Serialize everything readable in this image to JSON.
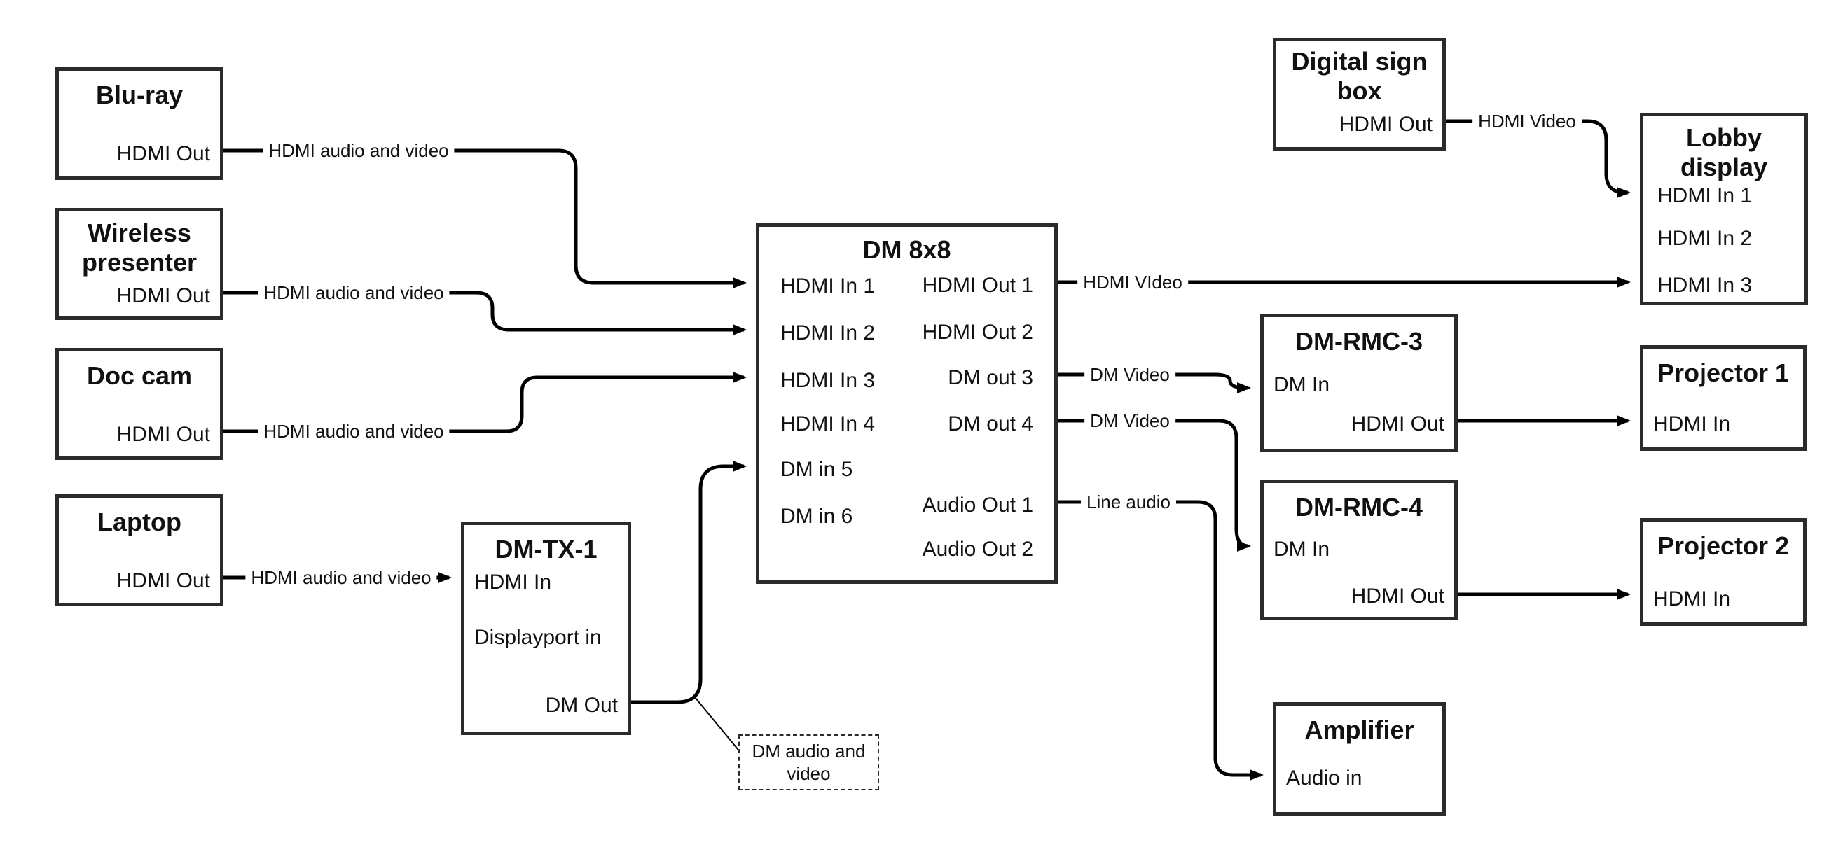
{
  "nodes": {
    "bluray": {
      "title": "Blu-ray",
      "port_hdmi_out": "HDMI Out"
    },
    "wireless": {
      "title": "Wireless presenter",
      "port_hdmi_out": "HDMI Out"
    },
    "doccam": {
      "title": "Doc cam",
      "port_hdmi_out": "HDMI Out"
    },
    "laptop": {
      "title": "Laptop",
      "port_hdmi_out": "HDMI Out"
    },
    "dmtx1": {
      "title": "DM-TX-1",
      "port_hdmi_in": "HDMI In",
      "port_displayport_in": "Displayport in",
      "port_dm_out": "DM Out"
    },
    "dm8x8": {
      "title": "DM 8x8",
      "port_hdmi_in_1": "HDMI In 1",
      "port_hdmi_in_2": "HDMI In 2",
      "port_hdmi_in_3": "HDMI In 3",
      "port_hdmi_in_4": "HDMI In 4",
      "port_dm_in_5": "DM in 5",
      "port_dm_in_6": "DM in 6",
      "port_hdmi_out_1": "HDMI Out 1",
      "port_hdmi_out_2": "HDMI Out 2",
      "port_dm_out_3": "DM out 3",
      "port_dm_out_4": "DM out 4",
      "port_audio_out_1": "Audio Out 1",
      "port_audio_out_2": "Audio Out 2"
    },
    "digital_sign": {
      "title": "Digital sign box",
      "port_hdmi_out": "HDMI Out"
    },
    "lobby": {
      "title": "Lobby display",
      "port_hdmi_in_1": "HDMI In 1",
      "port_hdmi_in_2": "HDMI In 2",
      "port_hdmi_in_3": "HDMI In 3"
    },
    "dmrmc3": {
      "title": "DM-RMC-3",
      "port_dm_in": "DM In",
      "port_hdmi_out": "HDMI Out"
    },
    "proj1": {
      "title": "Projector 1",
      "port_hdmi_in": "HDMI In"
    },
    "dmrmc4": {
      "title": "DM-RMC-4",
      "port_dm_in": "DM In",
      "port_hdmi_out": "HDMI Out"
    },
    "proj2": {
      "title": "Projector 2",
      "port_hdmi_in": "HDMI In"
    },
    "amplifier": {
      "title": "Amplifier",
      "port_audio_in": "Audio in"
    }
  },
  "edge_labels": {
    "bluray_to_dm8x8": "HDMI audio and video",
    "wireless_to_dm8x8": "HDMI audio and video",
    "doccam_to_dm8x8": "HDMI audio and video",
    "laptop_to_dmtx1": "HDMI audio and video",
    "hdmi_out1_to_lobby": "HDMI VIdeo",
    "dmout3_to_rmc3": "DM Video",
    "dmout4_to_rmc4": "DM Video",
    "audioout1_to_amp": "Line audio",
    "digitalsign_to_lobby": "HDMI Video"
  },
  "note": {
    "text": "DM audio and video"
  },
  "colors": {
    "wire": "#000000",
    "box_border": "#2b2b2b",
    "background": "#ffffff"
  }
}
